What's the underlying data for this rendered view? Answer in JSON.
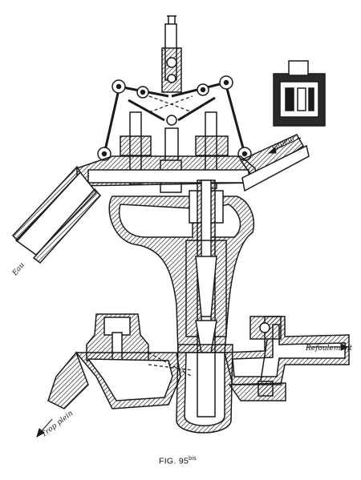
{
  "figure": {
    "caption_main": "FIG. 95",
    "caption_sup": "bis"
  },
  "labels": {
    "vapeur": "Vapeur",
    "eau": "Eau",
    "refoulement": "Refoulement",
    "trop_plein": "Trop plein"
  },
  "colors": {
    "ink": "#1a1a1a",
    "paper": "#ffffff"
  }
}
